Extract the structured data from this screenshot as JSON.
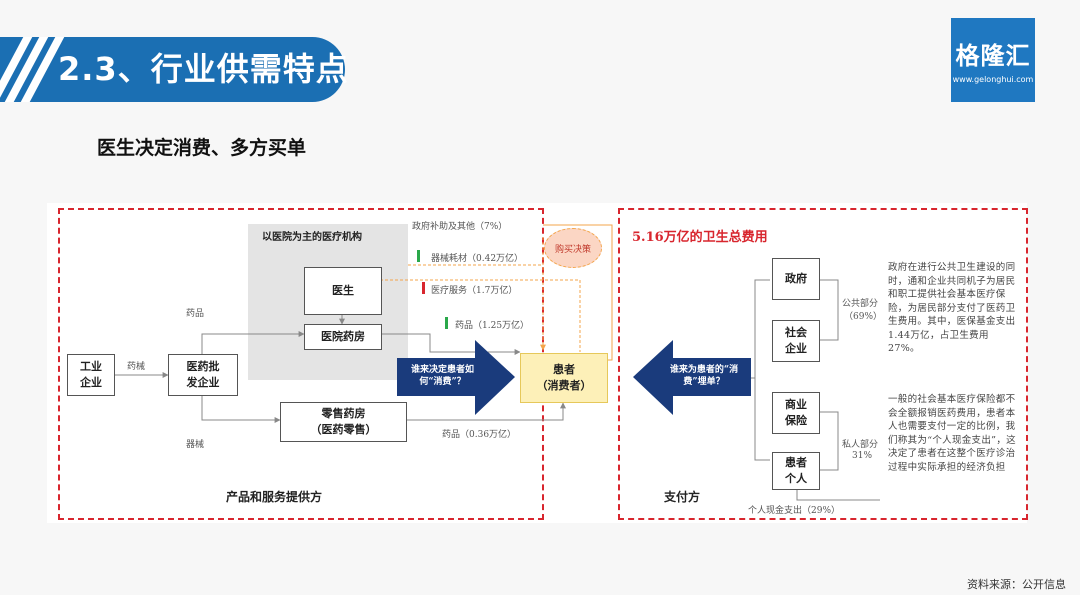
{
  "header": {
    "title": "2.3、行业供需特点"
  },
  "logo": {
    "text": "格隆汇",
    "url": "www.gelonghui.com"
  },
  "subtitle": "医生决定消费、多方买单",
  "diagram": {
    "left": {
      "region_label": "产品和服务提供方",
      "hospital_area_label": "以医院为主的医疗机构",
      "nodes": {
        "industry": "工业\n企业",
        "wholesale": "医药批\n发企业",
        "doctor": "医生",
        "hospital_pharmacy": "医院药房",
        "retail": "零售药房\n（医药零售）",
        "patient": "患者\n（消费者）"
      },
      "labels": {
        "drugs_equipment": "药械",
        "drugs_top": "药品",
        "equipment_bottom": "器械",
        "gov_subsidy": "政府补助及其他（7%）",
        "consumables": "器械耗材（0.42万亿）",
        "medical_service": "医疗服务（1.7万亿）",
        "drugs_hospital": "药品（1.25万亿）",
        "drugs_retail": "药品（0.36万亿）"
      },
      "cloud": "购买决策",
      "arrow_text": "谁来决定患者如何“消费”？"
    },
    "right": {
      "region_label": "支付方",
      "total_title": "5.16万亿的卫生总费用",
      "nodes": {
        "government": "政府",
        "social_insurance": "社会\n企业",
        "commercial_insurance": "商业\n保险",
        "patient_self": "患者\n个人"
      },
      "labels": {
        "public_part": "公共部分",
        "public_pct": "（69%）",
        "private_part": "私人部分",
        "private_pct": "31%",
        "out_of_pocket": "个人现金支出（29%）"
      },
      "paragraph_public": "政府在进行公共卫生建设的同时，通和企业共同机子为居民和职工提供社会基本医疗保险，为居民部分支付了医药卫生费用。其中，医保基金支出1.44万亿，占卫生费用27%。",
      "paragraph_private": "一般的社会基本医疗保险都不会全额报销医药费用，患者本人也需要支付一定的比例，我们称其为“个人现金支出”，这决定了患者在这整个医疗诊治过程中实际承担的经济负担",
      "arrow_text": "谁来为患者的“消费”埋单？"
    },
    "colors": {
      "red": "#d8262e",
      "blue_dark": "#1a3b7c",
      "blue_brand": "#1b6fb3",
      "orange": "#f3a54b",
      "yellow_box": "#fdf0b8"
    }
  },
  "source": "资料来源：公开信息"
}
